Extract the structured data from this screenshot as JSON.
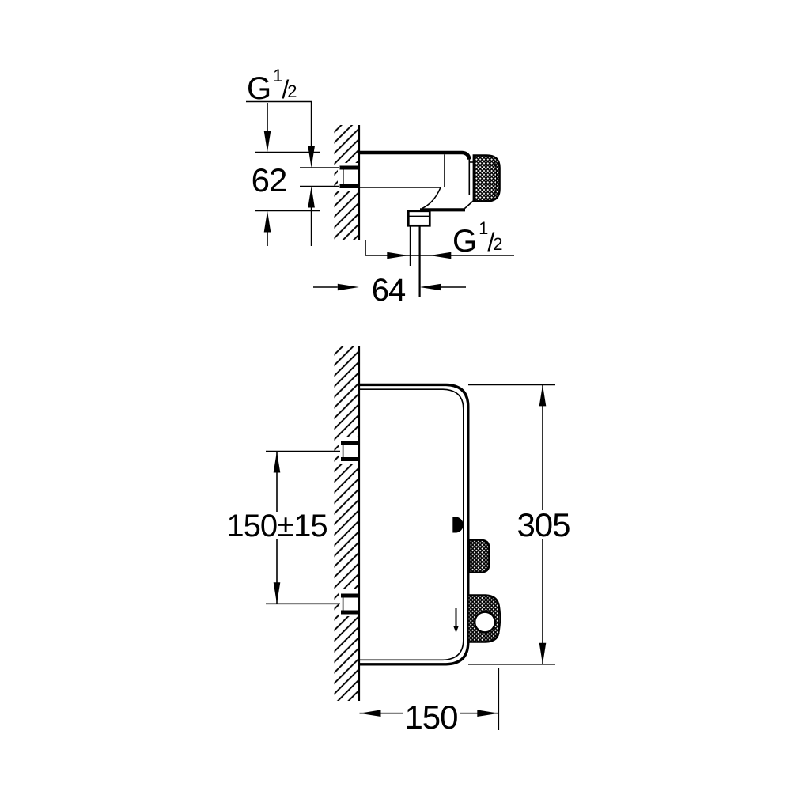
{
  "meta": {
    "description": "Technical installation dimension drawing of a wall-mounted shower thermostat, two views",
    "background_color": "#ffffff",
    "line_color": "#000000"
  },
  "top_view": {
    "name": "top view with wall connection",
    "labels": {
      "wall_thread": {
        "prefix": "G",
        "numerator": "1",
        "slash": "/",
        "denominator": "2"
      },
      "body_height": "62",
      "hose_offset": "64",
      "hose_thread": {
        "prefix": "G",
        "numerator": "1",
        "slash": "/",
        "denominator": "2"
      }
    }
  },
  "side_view": {
    "name": "side profile view with mounting brackets",
    "labels": {
      "bracket_spacing": "150±15",
      "overall_height": "305",
      "mounting_depth": "150"
    }
  }
}
